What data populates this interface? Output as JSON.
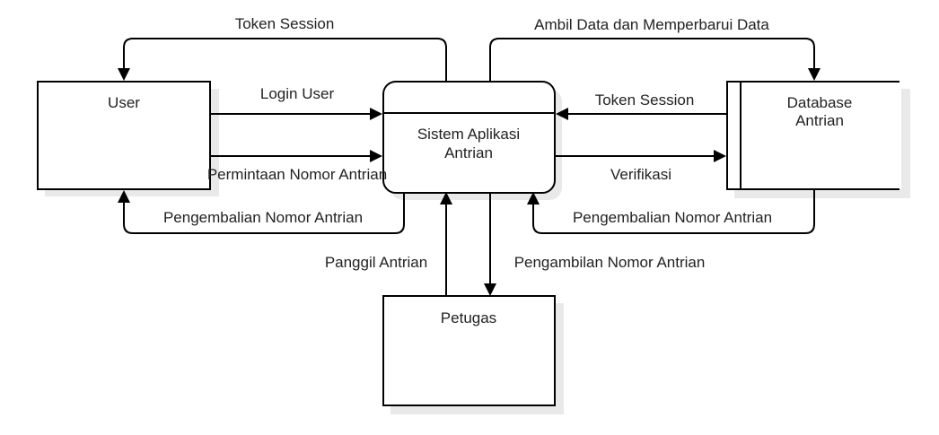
{
  "entities": {
    "user": "User",
    "system_line1": "Sistem Aplikasi",
    "system_line2": "Antrian",
    "database_line1": "Database",
    "database_line2": "Antrian",
    "petugas": "Petugas"
  },
  "flows": {
    "token_session_top": "Token Session",
    "ambil_data": "Ambil Data dan Memperbarui Data",
    "login_user": "Login User",
    "token_session_db": "Token Session",
    "permintaan_nomor": "Permintaan Nomor Antrian",
    "verifikasi": "Verifikasi",
    "pengembalian_user": "Pengembalian Nomor Antrian",
    "pengembalian_db": "Pengembalian Nomor Antrian",
    "panggil_antrian": "Panggil Antrian",
    "pengambilan_nomor": "Pengambilan Nomor Antrian"
  }
}
